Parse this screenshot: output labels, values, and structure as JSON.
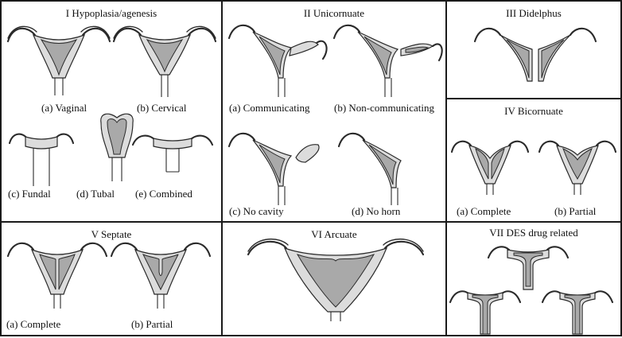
{
  "panels": {
    "p1": {
      "title": "I  Hypoplasia/agenesis",
      "captions": [
        "(a) Vaginal",
        "(b) Cervical",
        "(c) Fundal",
        "(d) Tubal",
        "(e) Combined"
      ]
    },
    "p2": {
      "title": "II  Unicornuate",
      "captions": [
        "(a) Communicating",
        "(b) Non-communicating",
        "(c) No cavity",
        "(d) No horn"
      ]
    },
    "p3": {
      "title": "III  Didelphus",
      "captions": []
    },
    "p4": {
      "title": "IV  Bicornuate",
      "captions": [
        "(a) Complete",
        "(b) Partial"
      ]
    },
    "p5": {
      "title": "V  Septate",
      "captions": [
        "(a) Complete",
        "(b) Partial"
      ]
    },
    "p6": {
      "title": "VI  Arcuate",
      "captions": []
    },
    "p7": {
      "title": "VII  DES drug related",
      "captions": []
    }
  },
  "colors": {
    "border": "#1a1a1a",
    "uterus_fill": "#dcdcdc",
    "cavity_fill": "#a9a9a9",
    "outline": "#2a2a2a"
  }
}
